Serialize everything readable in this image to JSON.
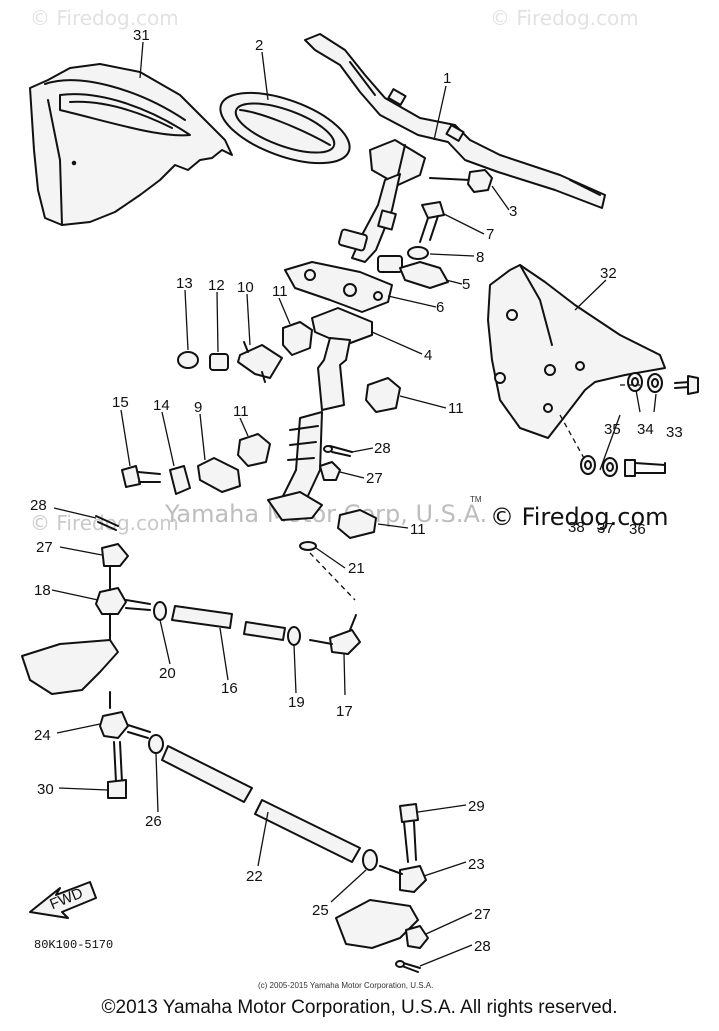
{
  "watermarks": {
    "top_left": "© Firedog.com",
    "top_right": "© Firedog.com",
    "mid_left": "© Firedog.com",
    "center": "Yamaha Motor Corp, U.S.A.",
    "tm": "TM",
    "right": "© Firedog.com"
  },
  "diagram_code": "80K100-5170",
  "fwd_label": "FWD",
  "small_copyright": "(c) 2005-2015 Yamaha Motor Corporation, U.S.A.",
  "footer": "©2013 Yamaha Motor Corporation, U.S.A. All rights reserved.",
  "callouts": {
    "c1": "1",
    "c2": "2",
    "c3": "3",
    "c4": "4",
    "c5": "5",
    "c6": "6",
    "c7": "7",
    "c8": "8",
    "c9": "9",
    "c10": "10",
    "c11a": "11",
    "c11b": "11",
    "c11c": "11",
    "c11d": "11",
    "c12": "12",
    "c13": "13",
    "c14": "14",
    "c15": "15",
    "c16": "16",
    "c17": "17",
    "c18": "18",
    "c19": "19",
    "c20": "20",
    "c21": "21",
    "c22": "22",
    "c23": "23",
    "c24": "24",
    "c25": "25",
    "c26": "26",
    "c27a": "27",
    "c27b": "27",
    "c27c": "27",
    "c28a": "28",
    "c28b": "28",
    "c28c": "28",
    "c29": "29",
    "c30": "30",
    "c31": "31",
    "c32": "32",
    "c33": "33",
    "c34": "34",
    "c35": "35",
    "c36": "36",
    "c37": "37",
    "c38": "38"
  }
}
